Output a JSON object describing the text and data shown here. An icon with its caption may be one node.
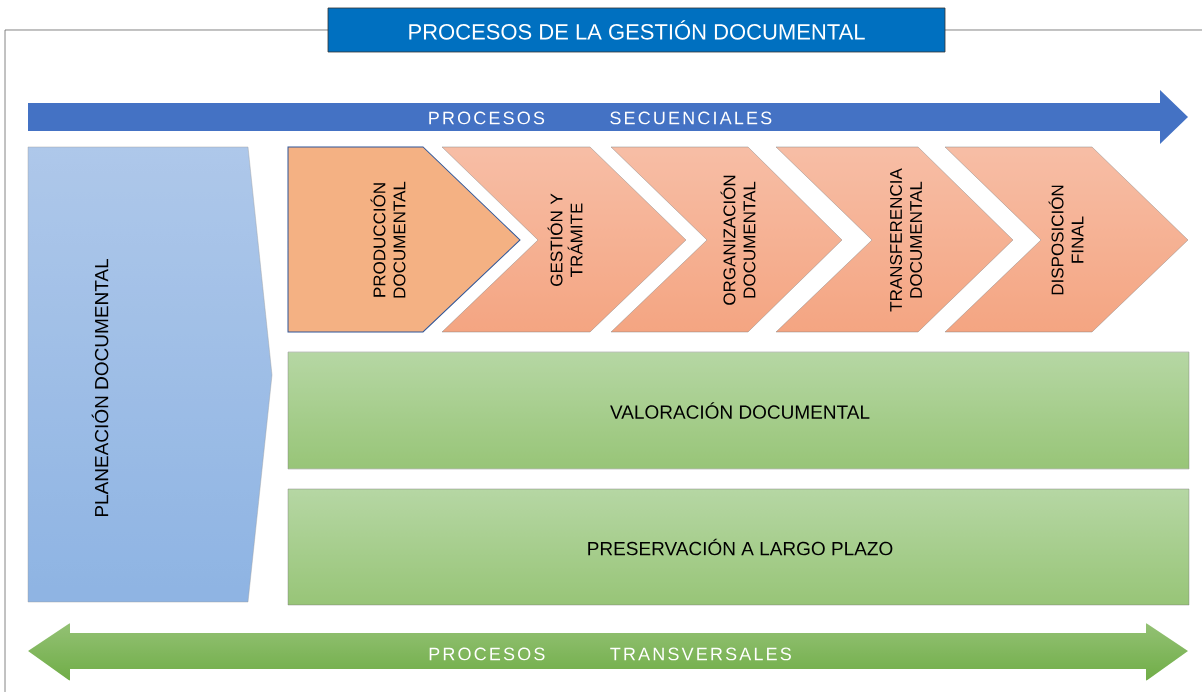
{
  "diagram": {
    "title": "PROCESOS DE LA GESTIÓN DOCUMENTAL",
    "nodes": [
      {
        "text": [
          "PROCESOS SECUENCIALES"
        ]
      },
      {
        "text": [
          "PLANEACIÓN DOCUMENTAL"
        ]
      },
      {
        "text": [
          "PRODUCCIÓN DOCUMENTAL"
        ]
      },
      {
        "text": [
          "GESTIÓN Y TRÁMITE"
        ]
      },
      {
        "text": [
          "ORGANIZACIÓN DOCUMENTAL"
        ]
      },
      {
        "text": [
          "TRANSFERENCIA DOCUMENTAL"
        ]
      },
      {
        "text": [
          "DISPOSICIÓN FINAL"
        ]
      },
      {
        "text": [
          "VALORACIÓN DOCUMENTAL"
        ]
      },
      {
        "text": [
          "PRESERVACIÓN A LARGO PLAZO"
        ]
      },
      {
        "text": [
          "PROCESOS TRANSVERSALES"
        ]
      }
    ],
    "edges": []
  }
}
